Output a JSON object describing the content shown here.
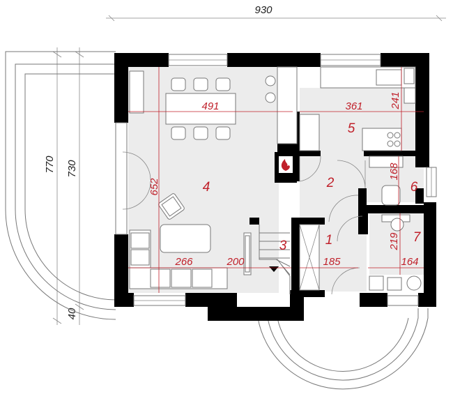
{
  "dimensions": {
    "overall_width": "930",
    "outer_depth": "770",
    "inner_depth": "730",
    "offset": "40",
    "living_width": "491",
    "kitchen_width": "361",
    "kitchen_depth": "241",
    "living_depth": "652",
    "bath_depth": "168",
    "wc_depth": "219",
    "sofa_width": "266",
    "stair_gap": "200",
    "hall_width": "185",
    "wc_width": "164"
  },
  "rooms": [
    "1",
    "2",
    "3",
    "4",
    "5",
    "6",
    "7"
  ],
  "colors": {
    "wall": "#000000",
    "dimension": "#c0202a",
    "floor": "#ececec"
  }
}
